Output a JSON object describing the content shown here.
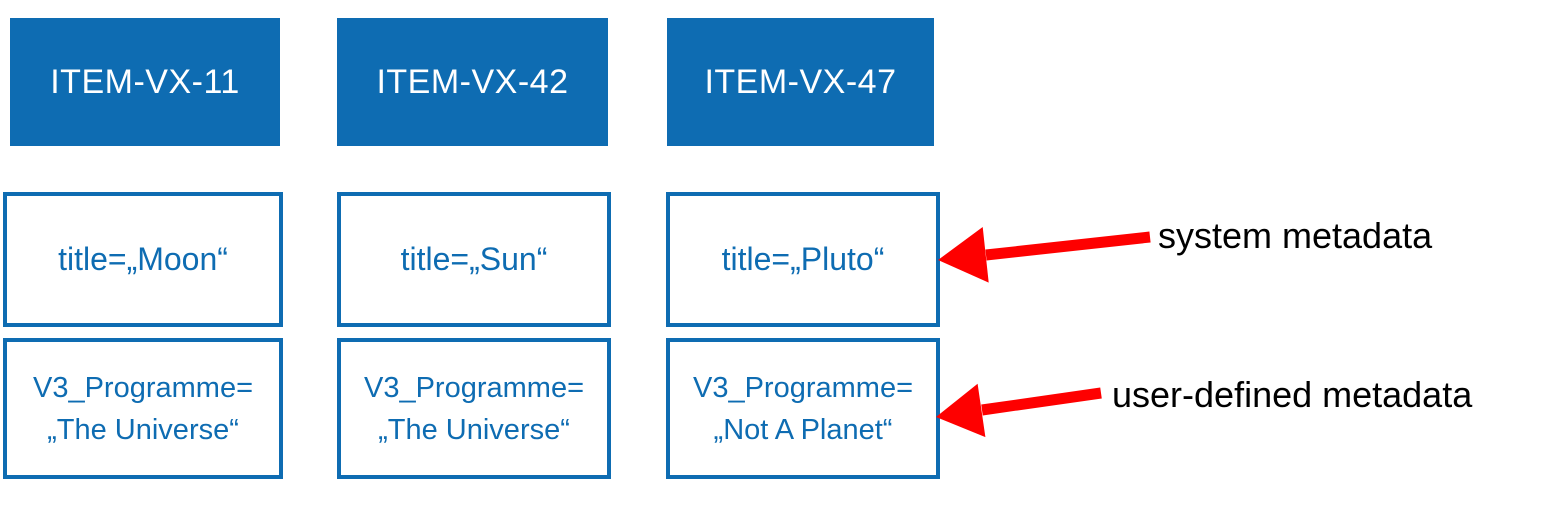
{
  "colors": {
    "blue": "#0E6CB2",
    "red": "#FE0000",
    "black": "#000000",
    "white": "#FFFFFF"
  },
  "columns": [
    {
      "header": "ITEM-VX-11",
      "system_metadata": "title=„Moon“",
      "user_metadata_line1": "V3_Programme=",
      "user_metadata_line2": "„The Universe“"
    },
    {
      "header": "ITEM-VX-42",
      "system_metadata": "title=„Sun“",
      "user_metadata_line1": "V3_Programme=",
      "user_metadata_line2": "„The Universe“"
    },
    {
      "header": "ITEM-VX-47",
      "system_metadata": "title=„Pluto“",
      "user_metadata_line1": "V3_Programme=",
      "user_metadata_line2": "„Not A Planet“"
    }
  ],
  "annotations": {
    "system_label": "system metadata",
    "user_label": "user-defined metadata"
  }
}
